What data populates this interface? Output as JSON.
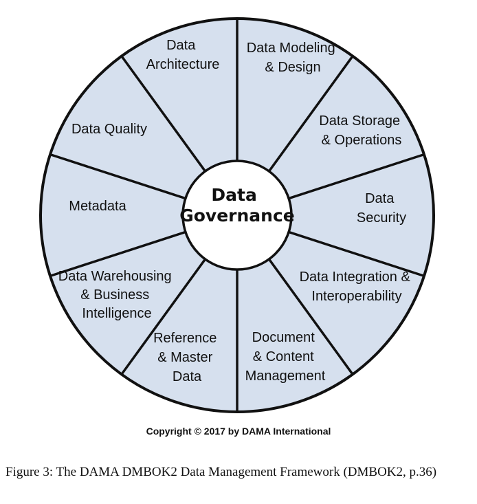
{
  "diagram": {
    "center_label_lines": [
      "Data",
      "Governance"
    ],
    "segments": [
      {
        "lines": [
          "Data",
          "Architecture"
        ]
      },
      {
        "lines": [
          "Data Modeling",
          "& Design"
        ]
      },
      {
        "lines": [
          "Data Storage",
          "& Operations"
        ]
      },
      {
        "lines": [
          "Data",
          "Security"
        ]
      },
      {
        "lines": [
          "Data Integration &",
          "Interoperability"
        ]
      },
      {
        "lines": [
          "Document",
          "& Content",
          "Management"
        ]
      },
      {
        "lines": [
          "Reference",
          "& Master",
          "Data"
        ]
      },
      {
        "lines": [
          "Data Warehousing",
          "& Business",
          "Intelligence"
        ]
      },
      {
        "lines": [
          "Metadata"
        ]
      },
      {
        "lines": [
          "Data Quality"
        ]
      }
    ],
    "colors": {
      "segment_fill": "#d6e0ee",
      "hub_fill": "#ffffff",
      "stroke": "#111111"
    }
  },
  "copyright": "Copyright © 2017  by DAMA International",
  "caption": "Figure 3: The DAMA DMBOK2 Data Management Framework (DMBOK2, p.36)"
}
